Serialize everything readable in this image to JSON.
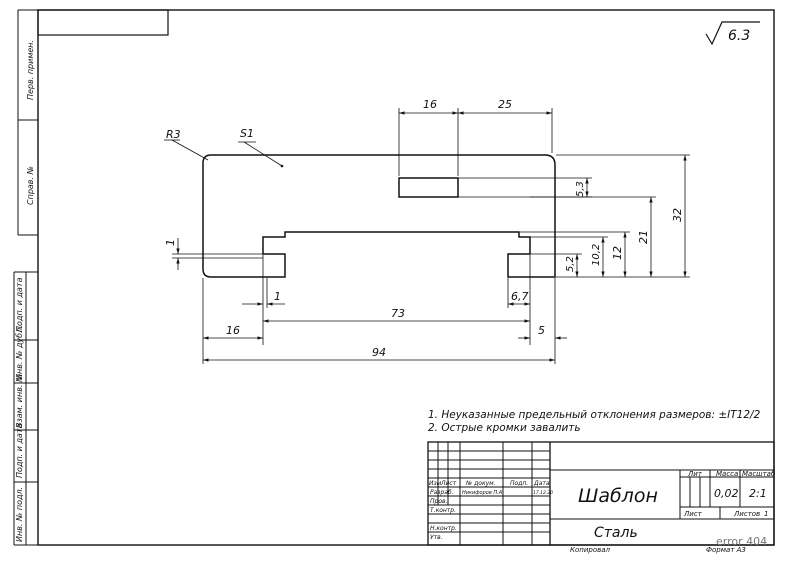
{
  "roughness": "6.3",
  "labels": {
    "radius": "R3",
    "thickness": "S1"
  },
  "dimensions": {
    "top_16": "16",
    "top_25": "25",
    "right_5_3": "5,3",
    "right_32": "32",
    "right_21": "21",
    "right_12": "12",
    "right_10_2": "10,2",
    "right_5_2": "5,2",
    "left_1": "1",
    "bottom_1": "1",
    "bottom_6_7": "6,7",
    "bottom_73": "73",
    "bottom_5": "5",
    "bottom_16": "16",
    "bottom_94": "94"
  },
  "notes": [
    "1. Неуказанные предельный отклонения размеров: ±IT12/2",
    "2. Острые кромки завалить"
  ],
  "title_block": {
    "name": "Шаблон",
    "material": "Сталь",
    "headers": {
      "izm": "Изм",
      "list": "Лист",
      "doc": "№ докум.",
      "sign": "Подп.",
      "date": "Дата",
      "lit": "Лит",
      "mass": "Масса",
      "scale": "Масштаб"
    },
    "rows": {
      "razrab": "Разраб.",
      "prov": "Пров.",
      "tkontr": "Т.контр.",
      "nkontr": "Н.контр.",
      "utv": "Утв."
    },
    "developer": "Никифоров П.А.",
    "date_value": "17.12.20",
    "mass_value": "0,02",
    "scale_value": "2:1",
    "sheet_label": "Лист",
    "sheets_label": "Листов",
    "sheets_value": "1",
    "copied": "Копировал",
    "format": "Формат   А3"
  },
  "side_stamp": [
    "Перв. примен.",
    "Справ. №",
    "Подп. и дата",
    "Инв. № дубл.",
    "Взам. инв. №",
    "Подп. и дата",
    "Инв. № подл."
  ],
  "watermark": "error 404"
}
